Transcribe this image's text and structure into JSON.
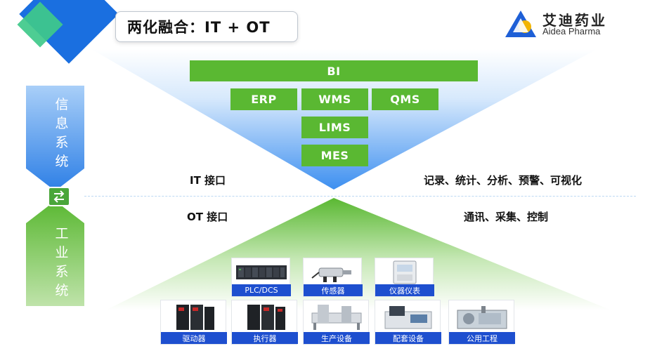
{
  "header": {
    "title": "两化融合：IT + OT"
  },
  "logo": {
    "name_cn": "艾迪药业",
    "name_en": "Aidea Pharma"
  },
  "side_labels": {
    "info_system": "信息系统",
    "industrial_system": "工业系统"
  },
  "it_layer": {
    "bi": "BI",
    "erp": "ERP",
    "wms": "WMS",
    "qms": "QMS",
    "lims": "LIMS",
    "mes": "MES",
    "interface": "IT 接口",
    "functions": "记录、统计、分析、预警、可视化"
  },
  "ot_layer": {
    "interface": "OT 接口",
    "functions": "通讯、采集、控制",
    "devices": {
      "plc": "PLC/DCS",
      "sensor": "传感器",
      "instrument": "仪器仪表",
      "drive": "驱动器",
      "actuator": "执行器",
      "production": "生产设备",
      "auxiliary": "配套设备",
      "utility": "公用工程"
    }
  },
  "colors": {
    "green_box": "#5ab832",
    "blue_triangle": "#3d8ff0",
    "green_triangle": "#5ab832",
    "caption_blue": "#1e4fcf"
  }
}
